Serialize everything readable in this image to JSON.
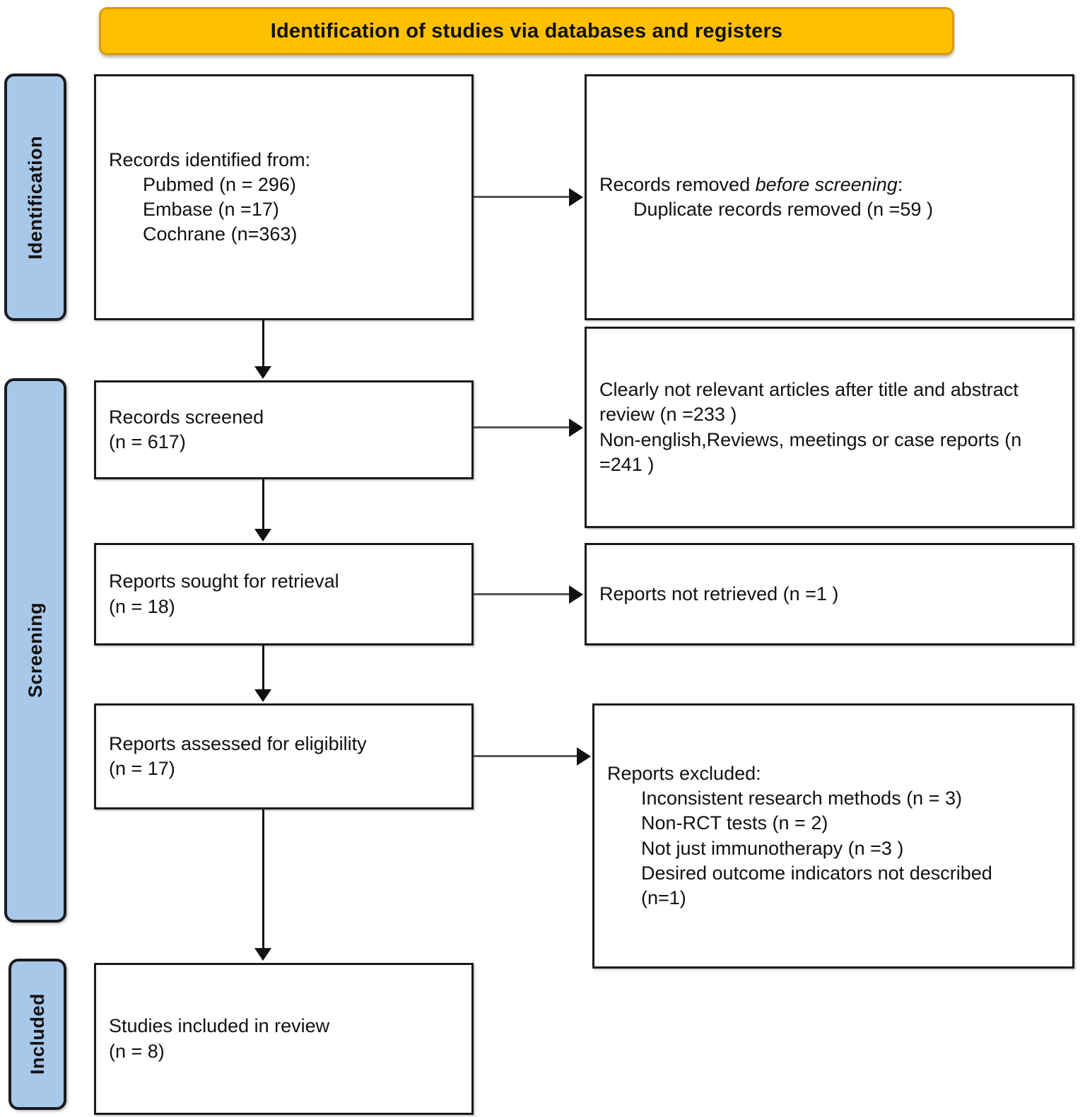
{
  "banner": {
    "title": "Identification of studies via databases and registers"
  },
  "phases": [
    {
      "id": "identification",
      "label": "Identification"
    },
    {
      "id": "screening",
      "label": "Screening"
    },
    {
      "id": "included",
      "label": "Included"
    }
  ],
  "boxes": {
    "identified": {
      "heading": "Records identified from:",
      "items": [
        "Pubmed (n = 296)",
        "Embase (n =17)",
        "Cochrane (n=363)"
      ]
    },
    "removed": {
      "heading_prefix": "Records removed ",
      "heading_italic": "before screening",
      "heading_suffix": ":",
      "items": [
        "Duplicate records removed  (n =59 )"
      ]
    },
    "screened": {
      "line1": "Records screened",
      "line2": "(n = 617)"
    },
    "not_relevant": {
      "line1": "Clearly not relevant articles after title and abstract review (n =233 )",
      "line2": "Non-english,Reviews, meetings or case reports (n =241 )"
    },
    "sought": {
      "line1": "Reports sought for retrieval",
      "line2": "(n = 18)"
    },
    "not_retrieved": {
      "line1": "Reports not retrieved (n =1 )"
    },
    "eligibility": {
      "line1": "Reports assessed for eligibility",
      "line2": "(n = 17)"
    },
    "excluded": {
      "heading": "Reports excluded:",
      "items": [
        "Inconsistent research methods (n = 3)",
        "Non-RCT tests (n = 2)",
        "Not just immunotherapy (n =3 )",
        "Desired outcome indicators not described (n=1)"
      ]
    },
    "included": {
      "line1": "Studies included in review",
      "line2": "(n = 8)"
    }
  },
  "colors": {
    "banner_fill": "#ffc000",
    "banner_border": "#d99b00",
    "phase_fill": "#a8c8ea",
    "phase_border": "#1a1a22",
    "box_border": "#1a1a1a",
    "text": "#111111"
  }
}
